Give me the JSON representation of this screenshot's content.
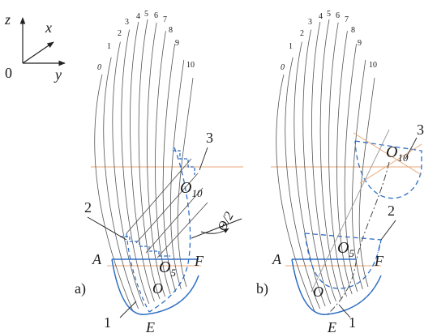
{
  "axes": {
    "z": "z",
    "x": "x",
    "origin": "0",
    "y": "y"
  },
  "panel_a": {
    "caption": "a)",
    "curve_numbers": [
      "0",
      "1",
      "2",
      "3",
      "4",
      "5",
      "6",
      "7",
      "8",
      "9",
      "10"
    ],
    "points": {
      "A": "A",
      "F": "F",
      "E": "E",
      "O": "O",
      "O5": "O",
      "O5_sub": "5",
      "O10": "O",
      "O10_sub": "10"
    },
    "callouts": {
      "c1": "1",
      "c2": "2",
      "c3": "3"
    },
    "angle": "Θ/2"
  },
  "panel_b": {
    "caption": "b)",
    "curve_numbers": [
      "0",
      "1",
      "2",
      "3",
      "4",
      "5",
      "6",
      "7",
      "8",
      "9",
      "10"
    ],
    "points": {
      "A": "A",
      "F": "F",
      "E": "E",
      "O": "O",
      "O5": "O",
      "O5_sub": "5",
      "O10": "O",
      "O10_sub": "10"
    },
    "callouts": {
      "c1": "1",
      "c2": "2",
      "c3": "3"
    }
  },
  "colors": {
    "blue": "#2f6fc4",
    "orange": "#e8a878",
    "gray": "#4a4a4a",
    "light": "#9a9a9a"
  }
}
